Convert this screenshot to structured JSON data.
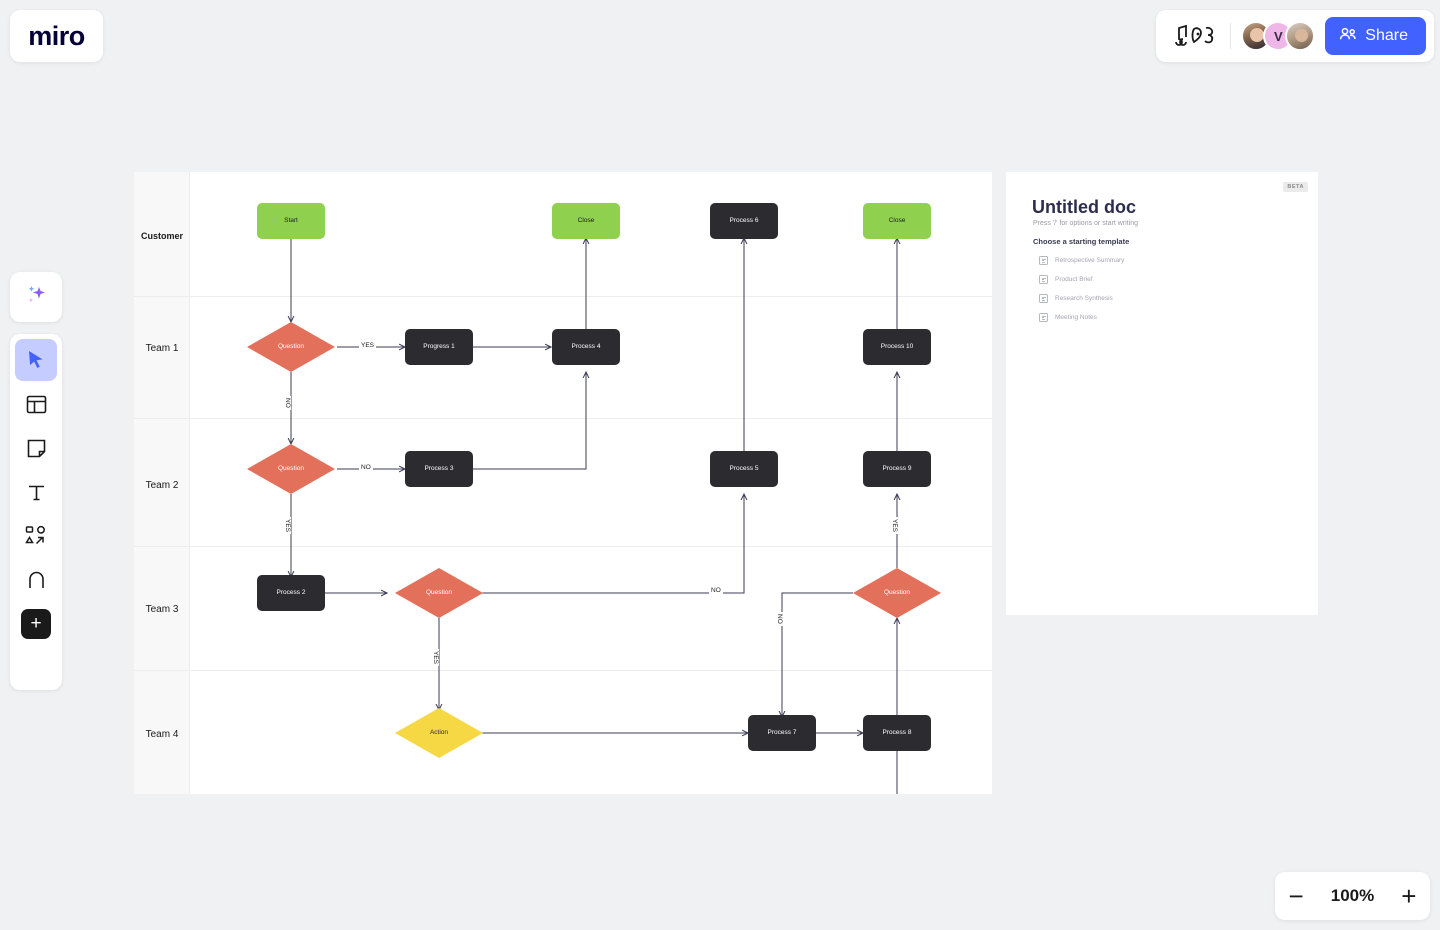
{
  "app": {
    "logo": "miro"
  },
  "header": {
    "notes_icon": "music-notes-icon",
    "avatars": [
      {
        "name": "collaborator-1",
        "initial": ""
      },
      {
        "name": "collaborator-2",
        "initial": "V"
      },
      {
        "name": "collaborator-3",
        "initial": ""
      }
    ],
    "share_label": "Share",
    "share_color": "#4262ff"
  },
  "toolbar": {
    "ai": {
      "name": "ai-sparkles-icon"
    },
    "tools": [
      {
        "name": "select-cursor-tool",
        "active": true
      },
      {
        "name": "templates-frame-tool",
        "active": false
      },
      {
        "name": "sticky-note-tool",
        "active": false
      },
      {
        "name": "text-tool",
        "active": false
      },
      {
        "name": "shapes-and-connectors-tool",
        "active": false
      },
      {
        "name": "pen-draw-tool",
        "active": false
      }
    ],
    "more_label": "+"
  },
  "doc_panel": {
    "badge": "BETA",
    "title": "Untitled doc",
    "subtitle": "Press '/' for options or start writing",
    "section_title": "Choose a starting template",
    "templates": [
      "Retrospective Summary",
      "Product Brief",
      "Research Synthesis",
      "Meeting Notes"
    ]
  },
  "diagram": {
    "lanes": [
      {
        "label": "Customer"
      },
      {
        "label": "Team 1"
      },
      {
        "label": "Team 2"
      },
      {
        "label": "Team 3"
      },
      {
        "label": "Team 4"
      }
    ],
    "nodes": [
      {
        "id": "start",
        "label": "Start",
        "shape": "rect",
        "color": "green"
      },
      {
        "id": "close1",
        "label": "Close",
        "shape": "rect",
        "color": "green"
      },
      {
        "id": "process6",
        "label": "Process 6",
        "shape": "rect",
        "color": "dark"
      },
      {
        "id": "close2",
        "label": "Close",
        "shape": "rect",
        "color": "green"
      },
      {
        "id": "question1",
        "label": "Question",
        "shape": "diamond",
        "color": "red"
      },
      {
        "id": "progress1",
        "label": "Progress 1",
        "shape": "rect",
        "color": "dark"
      },
      {
        "id": "process4",
        "label": "Process 4",
        "shape": "rect",
        "color": "dark"
      },
      {
        "id": "process10",
        "label": "Process 10",
        "shape": "rect",
        "color": "dark"
      },
      {
        "id": "question2",
        "label": "Question",
        "shape": "diamond",
        "color": "red"
      },
      {
        "id": "process3",
        "label": "Process 3",
        "shape": "rect",
        "color": "dark"
      },
      {
        "id": "process5",
        "label": "Process 5",
        "shape": "rect",
        "color": "dark"
      },
      {
        "id": "process9",
        "label": "Process 9",
        "shape": "rect",
        "color": "dark"
      },
      {
        "id": "process2",
        "label": "Process 2",
        "shape": "rect",
        "color": "dark"
      },
      {
        "id": "question3",
        "label": "Question",
        "shape": "diamond",
        "color": "red"
      },
      {
        "id": "question4",
        "label": "Question",
        "shape": "diamond",
        "color": "red"
      },
      {
        "id": "action",
        "label": "Action",
        "shape": "diamond",
        "color": "yellow"
      },
      {
        "id": "process7",
        "label": "Process 7",
        "shape": "rect",
        "color": "dark"
      },
      {
        "id": "process8",
        "label": "Process 8",
        "shape": "rect",
        "color": "dark"
      }
    ],
    "edge_labels": {
      "q1_yes": "YES",
      "q1_no": "NO",
      "q2_no": "NO",
      "q2_yes": "YES",
      "q3_no": "NO",
      "q3_yes": "YES",
      "q4_no": "NO",
      "q4_yes": "YES"
    },
    "colors": {
      "green": "#8fd14f",
      "dark": "#2b2b30",
      "red": "#e2705a",
      "yellow": "#f5d844"
    }
  },
  "zoom": {
    "minus": "−",
    "level": "100%",
    "plus": "+"
  }
}
